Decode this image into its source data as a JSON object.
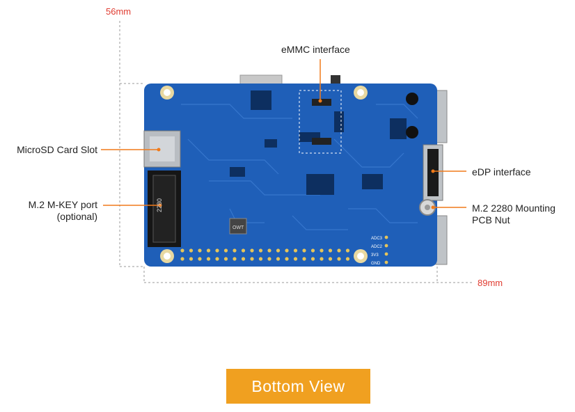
{
  "dimensions": {
    "height": "56mm",
    "width": "89mm"
  },
  "callouts": {
    "emmc": "eMMC interface",
    "microsd": "MicroSD Card Slot",
    "m2_line1": "M.2 M-KEY port",
    "m2_line2": "(optional)",
    "edp": "eDP interface",
    "nut_line1": "M.2 2280 Mounting",
    "nut_line2": "PCB Nut"
  },
  "board_markings": {
    "m2_slot": "2280",
    "chip": "OWT",
    "gpio_labels": [
      "ADC3",
      "ADC2",
      "3V3",
      "GND"
    ]
  },
  "banner": {
    "text": "Bottom View"
  },
  "colors": {
    "pcb": "#1f5fb8",
    "accent": "#f0a020",
    "dimension": "#e03c31",
    "leader": "#f07a1a"
  }
}
